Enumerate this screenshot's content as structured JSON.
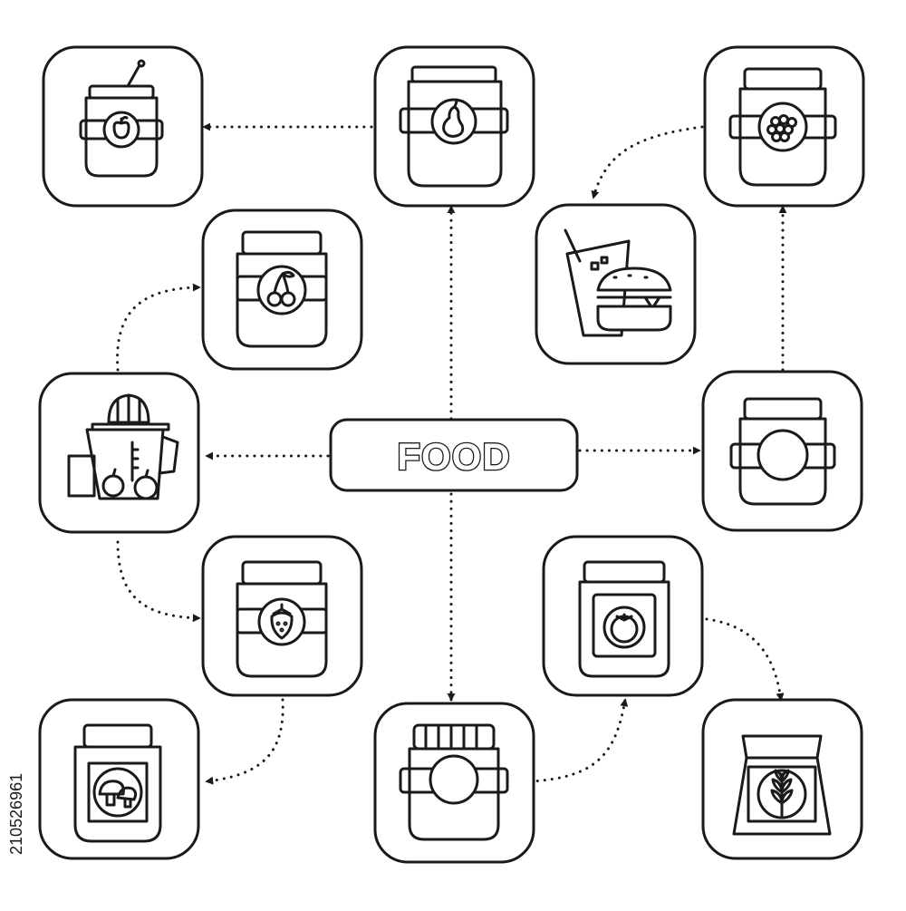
{
  "center_label": "FOOD",
  "stock_id": "210526961",
  "colors": {
    "stroke": "#1a1a1a",
    "background": "#ffffff"
  },
  "nodes": [
    {
      "id": "apple-jam",
      "icon": "apple-jam-jar-icon"
    },
    {
      "id": "pear-jam",
      "icon": "pear-jam-jar-icon"
    },
    {
      "id": "raspberry-jam",
      "icon": "raspberry-jam-jar-icon"
    },
    {
      "id": "cherry-jam",
      "icon": "cherry-jam-jar-icon"
    },
    {
      "id": "fast-food",
      "icon": "soda-burger-icon"
    },
    {
      "id": "juicer",
      "icon": "juicer-icon"
    },
    {
      "id": "empty-label-jar",
      "icon": "empty-label-jar-icon"
    },
    {
      "id": "strawberry-jam",
      "icon": "strawberry-jam-jar-icon"
    },
    {
      "id": "tomato-sauce",
      "icon": "tomato-sauce-jar-icon"
    },
    {
      "id": "mushroom-jar",
      "icon": "mushroom-jar-icon"
    },
    {
      "id": "plain-jar",
      "icon": "plain-jar-icon"
    },
    {
      "id": "flour-bag",
      "icon": "flour-bag-icon"
    }
  ],
  "edges": [
    {
      "from": "pear-jam",
      "to": "apple-jam"
    },
    {
      "from": "raspberry-jam",
      "to": "fast-food"
    },
    {
      "from": "food",
      "to": "pear-jam"
    },
    {
      "from": "juicer",
      "to": "cherry-jam"
    },
    {
      "from": "empty-label-jar",
      "to": "raspberry-jam"
    },
    {
      "from": "food",
      "to": "juicer"
    },
    {
      "from": "food",
      "to": "empty-label-jar"
    },
    {
      "from": "juicer",
      "to": "strawberry-jam"
    },
    {
      "from": "food",
      "to": "plain-jar"
    },
    {
      "from": "tomato-sauce",
      "to": "flour-bag"
    },
    {
      "from": "strawberry-jam",
      "to": "mushroom-jar"
    },
    {
      "from": "plain-jar",
      "to": "tomato-sauce"
    }
  ]
}
